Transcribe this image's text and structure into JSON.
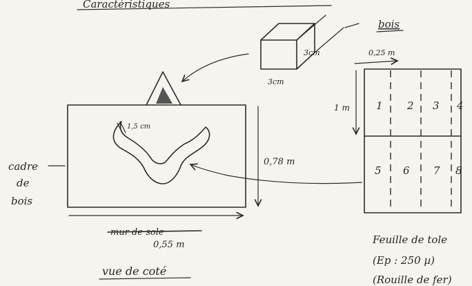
{
  "top_caption": "Caractéristiques",
  "wood_bar": {
    "label": "bois",
    "dim_depth": "3cm",
    "dim_width": "3cm"
  },
  "sheet": {
    "width_label": "0,25 m",
    "height_label": "1 m",
    "cells": [
      "1",
      "2",
      "3",
      "4",
      "5",
      "6",
      "7",
      "8"
    ],
    "caption_line1": "Feuille de tole",
    "caption_line2": "(Ep : 250 µ)",
    "caption_line3": "(Rouille de fer)"
  },
  "frame": {
    "side_label_line1": "cadre",
    "side_label_line2": "de",
    "side_label_line3": "bois",
    "height_label": "0,78 m",
    "ear_label": "1,5 cm",
    "width_label": "0,55 m",
    "struck_label": "mur de sole",
    "view_caption": "vue de coté"
  }
}
